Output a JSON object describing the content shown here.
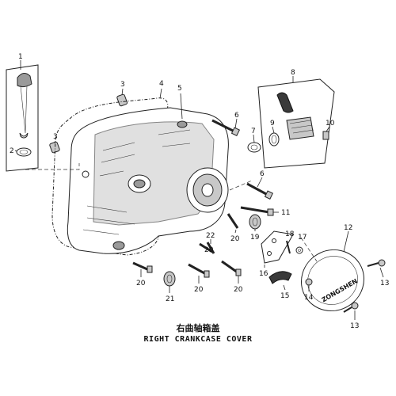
{
  "title": {
    "chinese": "右曲轴箱盖",
    "english": "RIGHT CRANKCASE COVER"
  },
  "callouts": [
    "1",
    "2",
    "3",
    "3",
    "4",
    "5",
    "6",
    "6",
    "7",
    "8",
    "9",
    "10",
    "11",
    "12",
    "13",
    "13",
    "14",
    "15",
    "16",
    "17",
    "18",
    "19",
    "20",
    "20",
    "20",
    "20",
    "20",
    "21",
    "22"
  ],
  "logo_text": "ZONGSHEN"
}
